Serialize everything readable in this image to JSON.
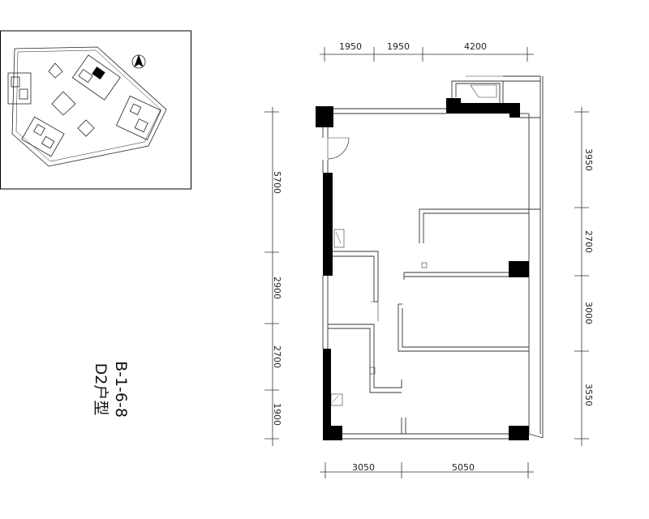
{
  "plan": {
    "title_code": "B-1-6-8",
    "title_type": "D2户型",
    "dims_top": [
      "1950",
      "1950",
      "4200"
    ],
    "dims_bottom": [
      "3050",
      "5050"
    ],
    "dims_left": [
      "5700",
      "2900",
      "2700",
      "1900"
    ],
    "dims_right": [
      "3950",
      "2700",
      "3000",
      "3550"
    ]
  },
  "colors": {
    "wall": "#000000",
    "line": "#333333",
    "background": "#ffffff"
  }
}
